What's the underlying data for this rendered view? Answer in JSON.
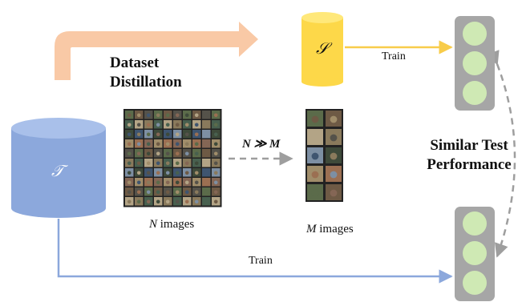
{
  "labels": {
    "dataset_distillation": "Dataset\nDistillation",
    "similar_performance": "Similar Test\nPerformance",
    "train_top": "Train",
    "train_bottom": "Train",
    "n_images_var": "N",
    "n_images_text": " images",
    "m_images_var": "M",
    "m_images_text": " images",
    "relation": "N ≫ M",
    "synthetic_symbol": "𝒮",
    "target_symbol": "𝒯"
  },
  "colors": {
    "big_arrow": "#f9c9a6",
    "synthetic_cyl": "#fdd849",
    "target_cyl": "#8ca8dc",
    "train_top_arrow": "#f8cc4a",
    "train_bottom_arrow": "#8ca8dc",
    "model_box": "#a6a6a6",
    "model_node": "#cfe9b4",
    "dashed": "#9e9e9e"
  },
  "grid": {
    "large_rows": 10,
    "large_cols": 10,
    "small_rows": 5,
    "small_cols": 2
  }
}
